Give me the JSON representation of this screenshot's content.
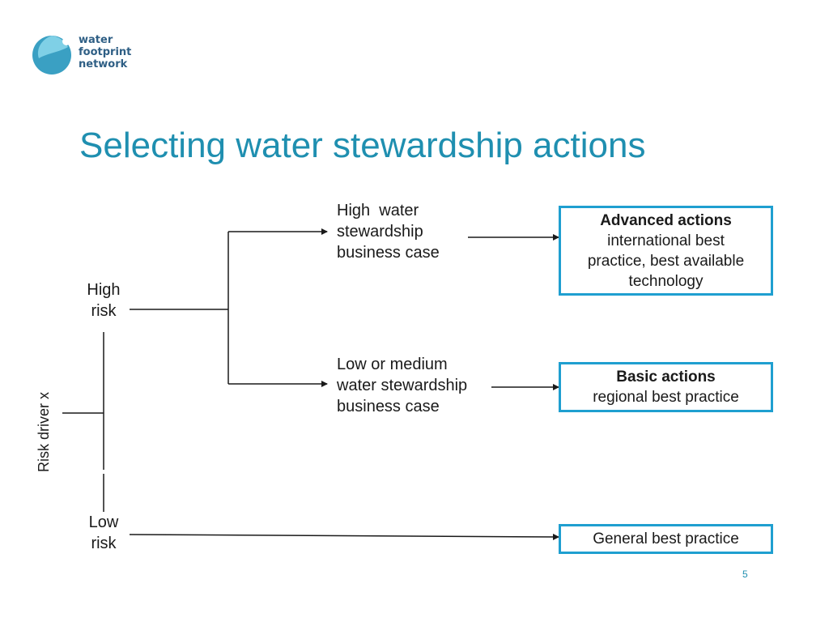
{
  "logo": {
    "line1": "water",
    "line2": "footprint",
    "line3": "network"
  },
  "title": "Selecting water stewardship actions",
  "axis_label": "Risk driver x",
  "risk": {
    "high": [
      "High",
      "risk"
    ],
    "low": [
      "Low",
      "risk"
    ]
  },
  "business_case": {
    "high": [
      "High  water",
      "stewardship",
      "business case"
    ],
    "low_medium": [
      "Low or medium",
      "water stewardship",
      "business case"
    ]
  },
  "actions": {
    "advanced": {
      "heading": "Advanced actions",
      "lines": [
        "international best",
        "practice, best available",
        "technology"
      ]
    },
    "basic": {
      "heading": "Basic actions",
      "lines": [
        "regional best practice"
      ]
    },
    "general": {
      "text": "General best practice"
    }
  },
  "page_number": "5",
  "colors": {
    "accent": "#1f8fb0",
    "box_border": "#1f9fd0",
    "logo_text": "#2f5f85"
  }
}
